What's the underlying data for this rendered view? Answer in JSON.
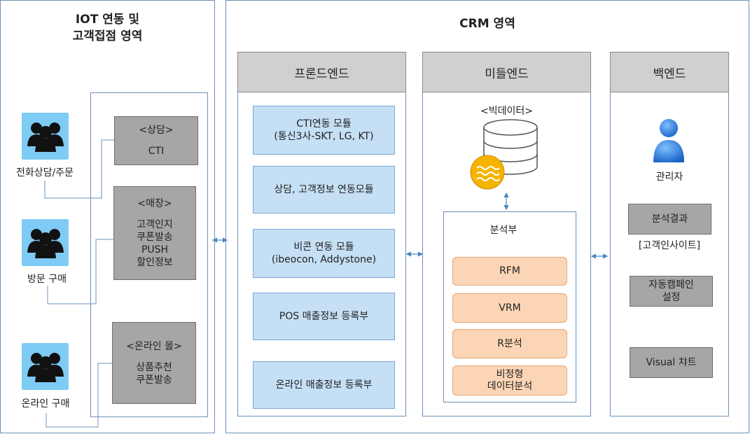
{
  "left_panel": {
    "title_line1": "IOT 연동 및",
    "title_line2": "고객접점 영역",
    "users": [
      {
        "label": "전화상담/주문"
      },
      {
        "label": "방문 구매"
      },
      {
        "label": "온라인 구매"
      }
    ],
    "boxes": [
      {
        "lines": [
          "<상담>",
          "CTI"
        ]
      },
      {
        "lines": [
          "<매장>",
          "고객인지",
          "쿠폰발송",
          "PUSH",
          "할인정보"
        ]
      },
      {
        "lines": [
          "<온라인 몰>",
          "상품추천",
          "쿠폰발송"
        ]
      }
    ]
  },
  "crm_panel": {
    "title": "CRM 영역",
    "frontend": {
      "header": "프론드엔드",
      "modules": [
        {
          "lines": [
            "CTI연동 모듈",
            "(통신3사-SKT, LG, KT)"
          ]
        },
        {
          "lines": [
            "상담, 고객정보 연동모듈"
          ]
        },
        {
          "lines": [
            "비콘 연동 모듈",
            "(ibeocon, Addystone)"
          ]
        },
        {
          "lines": [
            "POS 매출정보 등록부"
          ]
        },
        {
          "lines": [
            "온라인 매출정보 등록부"
          ]
        }
      ]
    },
    "middleware": {
      "header": "미들엔드",
      "bigdata_label": "<빅데이터>",
      "analysis_title": "분석부",
      "analyses": [
        {
          "lines": [
            "RFM"
          ]
        },
        {
          "lines": [
            "VRM"
          ]
        },
        {
          "lines": [
            "R분석"
          ]
        },
        {
          "lines": [
            "비정형",
            "데이터분석"
          ]
        }
      ]
    },
    "backend": {
      "header": "백엔드",
      "admin_label": "관리자",
      "items": [
        {
          "lines": [
            "분석결과"
          ]
        },
        {
          "lines": [
            "자동캠페인",
            "설정"
          ]
        },
        {
          "lines": [
            "Visual 챠트"
          ]
        }
      ],
      "result_caption": "[고객인사이트]"
    }
  },
  "colors": {
    "panel_border": "#6e90b8",
    "header_gray": "#d0d0d0",
    "box_gray": "#a6a6a6",
    "module_blue": "#c5dff5",
    "analysis_peach": "#fbd5b5",
    "icon_bg": "#7ecbf5",
    "arrow": "#4a86c5"
  }
}
